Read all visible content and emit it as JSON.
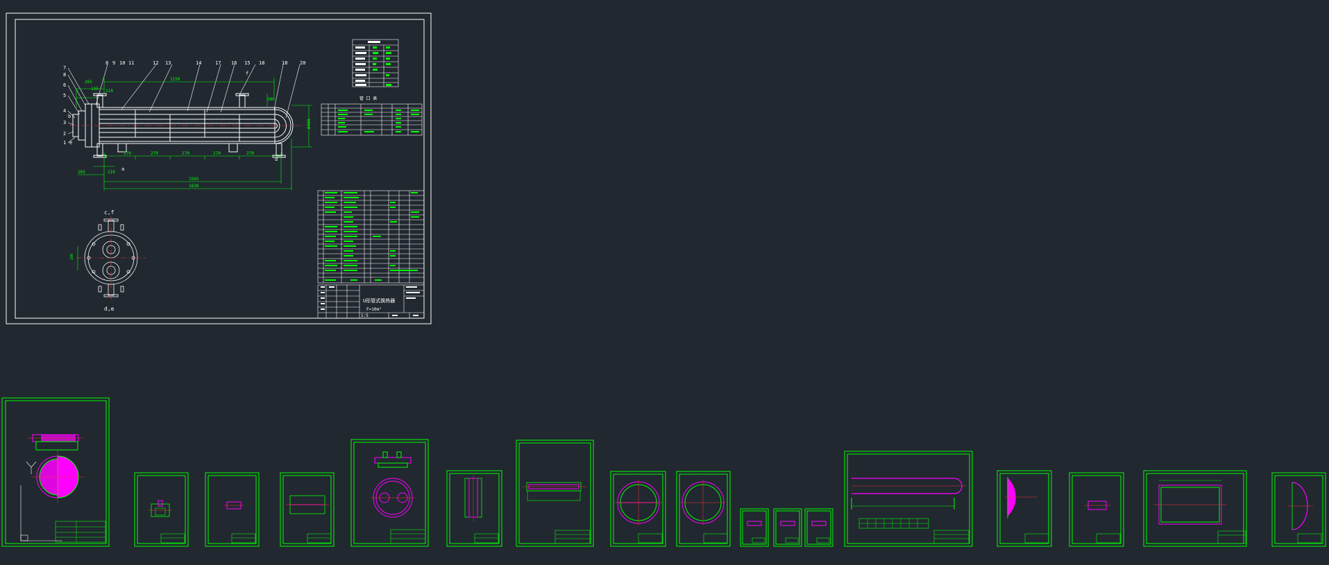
{
  "colors": {
    "background": "#212830",
    "frame": "#ffffff",
    "dimension": "#00ff00",
    "hatch": "#ff00ff",
    "centerline": "#ff3030"
  },
  "main_drawing": {
    "part_numbers_left": [
      "7",
      "8",
      "6",
      "5",
      "4",
      "3",
      "2",
      "1"
    ],
    "part_numbers_top": [
      "8",
      "9",
      "10",
      "11",
      "12",
      "13",
      "14",
      "17",
      "16",
      "15",
      "18",
      "18",
      "20"
    ],
    "nozzle_letters": [
      "a",
      "b",
      "c",
      "d",
      "e",
      "f"
    ],
    "dimensions": {
      "top_span": "1150",
      "left_a": "265",
      "left_b": "135",
      "left_c": "110",
      "nozzle_height": "380",
      "seg1": "270",
      "seg2": "270",
      "seg3": "270",
      "seg4": "270",
      "seg5": "270",
      "bottom_left": "265",
      "bottom_left2": "110",
      "overall_1": "1565",
      "overall_2": "1838",
      "right_height": "Ø400"
    },
    "section_labels": {
      "top": "c,f",
      "bottom": "d,e",
      "left_dim": "280"
    },
    "nozzle_table_title": "管 口 表",
    "title_block": {
      "name": "U形管式换热器",
      "area": "F=10m²",
      "scale": "1:5"
    }
  },
  "sheets": [
    {
      "name": "tube-sheet-detail"
    },
    {
      "name": "small-detail-1"
    },
    {
      "name": "small-detail-2"
    },
    {
      "name": "flange-detail"
    },
    {
      "name": "channel-head-detail"
    },
    {
      "name": "baffle-detail"
    },
    {
      "name": "shell-flange-detail"
    },
    {
      "name": "baffle-plate-1"
    },
    {
      "name": "baffle-plate-2"
    },
    {
      "name": "tiny-detail-1"
    },
    {
      "name": "tiny-detail-2"
    },
    {
      "name": "tiny-detail-3"
    },
    {
      "name": "u-tube-detail"
    },
    {
      "name": "tube-sheet-hatch"
    },
    {
      "name": "pipe-stub-detail"
    },
    {
      "name": "shell-cylinder-detail"
    },
    {
      "name": "head-detail"
    }
  ]
}
